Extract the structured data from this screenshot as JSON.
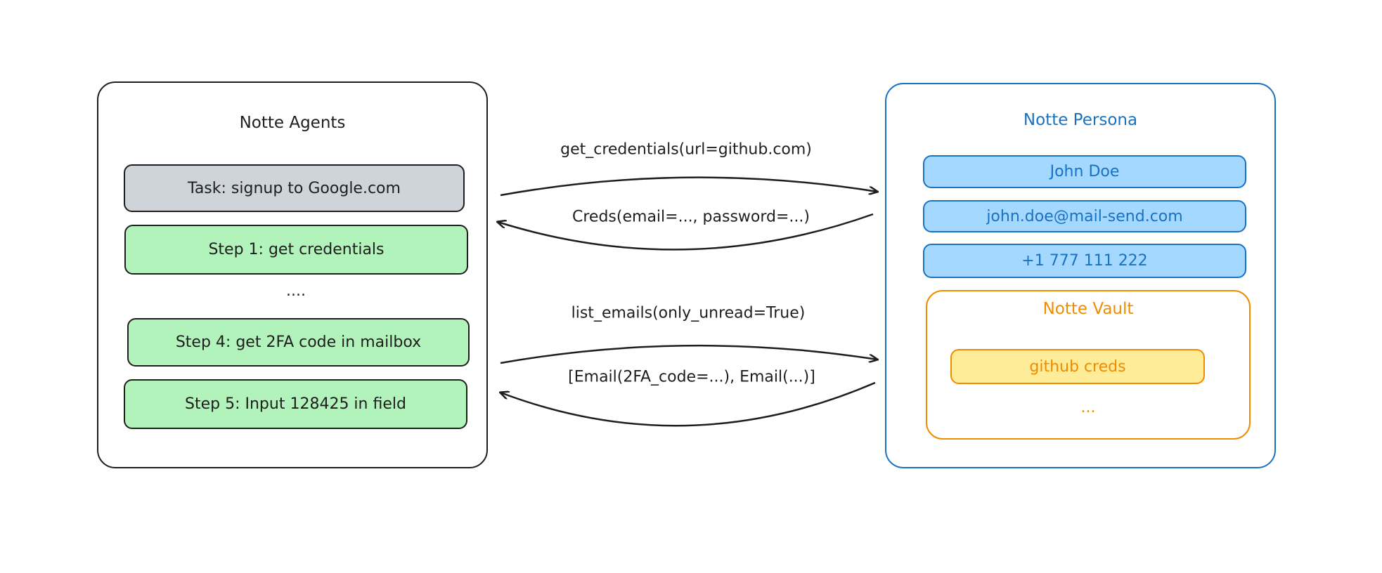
{
  "agents": {
    "title": "Notte Agents",
    "task": "Task: signup to Google.com",
    "steps": [
      "Step 1: get credentials",
      "....",
      "Step 4: get 2FA code in mailbox",
      "Step 5: Input 128425 in field"
    ]
  },
  "persona": {
    "title": "Notte Persona",
    "fields": [
      "John Doe",
      "john.doe@mail-send.com",
      "+1 777 111 222"
    ],
    "vault": {
      "title": "Notte Vault",
      "items": [
        "github creds",
        "..."
      ]
    }
  },
  "arrows": {
    "get_credentials": "get_credentials(url=github.com)",
    "creds_response": "Creds(email=..., password=...)",
    "list_emails": "list_emails(only_unread=True)",
    "emails_response": "[Email(2FA_code=...), Email(...)]"
  },
  "colors": {
    "stroke": "#1e1e1e",
    "task_fill": "#ced4da",
    "step_fill": "#b2f2bb",
    "persona": "#1971c2",
    "persona_fill": "#a5d8ff",
    "vault": "#f08c00",
    "vault_fill": "#ffec99"
  }
}
